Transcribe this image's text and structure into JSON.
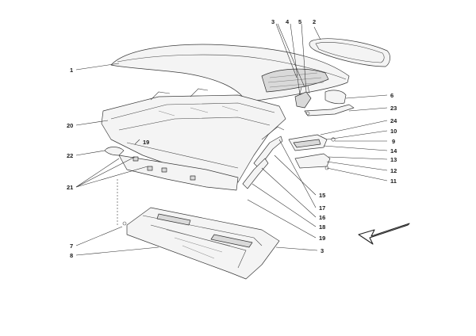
{
  "callouts": [
    {
      "id": "c1",
      "label": "1"
    },
    {
      "id": "c2",
      "label": "2"
    },
    {
      "id": "c3a",
      "label": "3"
    },
    {
      "id": "c4",
      "label": "4"
    },
    {
      "id": "c5",
      "label": "5"
    },
    {
      "id": "c6",
      "label": "6"
    },
    {
      "id": "c23",
      "label": "23"
    },
    {
      "id": "c24",
      "label": "24"
    },
    {
      "id": "c10",
      "label": "10"
    },
    {
      "id": "c9",
      "label": "9"
    },
    {
      "id": "c14",
      "label": "14"
    },
    {
      "id": "c13",
      "label": "13"
    },
    {
      "id": "c12",
      "label": "12"
    },
    {
      "id": "c11",
      "label": "11"
    },
    {
      "id": "c20",
      "label": "20"
    },
    {
      "id": "c19a",
      "label": "19"
    },
    {
      "id": "c22",
      "label": "22"
    },
    {
      "id": "c21",
      "label": "21"
    },
    {
      "id": "c15",
      "label": "15"
    },
    {
      "id": "c17",
      "label": "17"
    },
    {
      "id": "c16",
      "label": "16"
    },
    {
      "id": "c18",
      "label": "18"
    },
    {
      "id": "c19b",
      "label": "19"
    },
    {
      "id": "c7",
      "label": "7"
    },
    {
      "id": "c8",
      "label": "8"
    },
    {
      "id": "c3b",
      "label": "3"
    }
  ],
  "direction_arrow": "front-direction-arrow"
}
